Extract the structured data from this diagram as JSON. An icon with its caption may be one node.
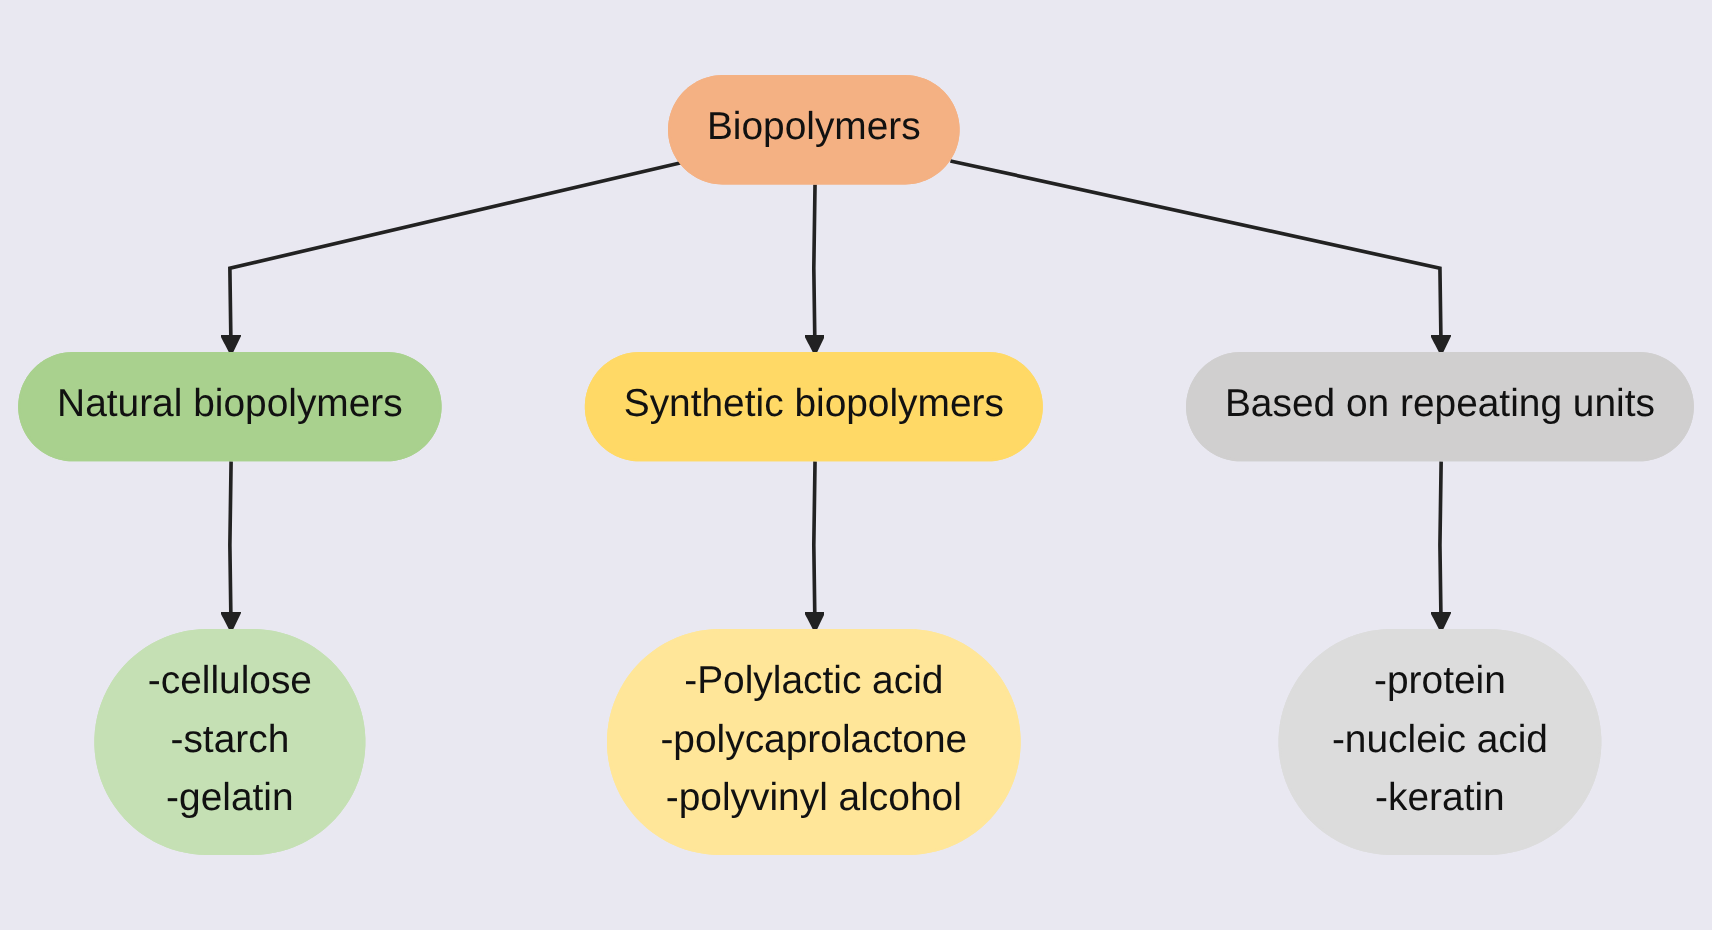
{
  "diagram": {
    "nodes": [
      {
        "text": [
          "Biopolymers"
        ]
      },
      {
        "text": [
          "Natural biopolymers"
        ]
      },
      {
        "text": [
          "Synthetic biopolymers"
        ]
      },
      {
        "text": [
          "Based on repeating units"
        ]
      },
      {
        "text": [
          "-cellulose",
          "-starch",
          "-gelatin"
        ]
      },
      {
        "text": [
          "-Polylactic acid",
          "-polycaprolactone",
          "-polyvinyl alcohol"
        ]
      },
      {
        "text": [
          "-protein",
          "-nucleic acid",
          "-keratin"
        ]
      }
    ],
    "edges": [
      {
        "from": 0,
        "to": 1,
        "arrow": "to"
      },
      {
        "from": 0,
        "to": 2,
        "arrow": "to"
      },
      {
        "from": 0,
        "to": 3,
        "arrow": "to"
      },
      {
        "from": 1,
        "to": 4,
        "arrow": "to"
      },
      {
        "from": 2,
        "to": 5,
        "arrow": "to"
      },
      {
        "from": 3,
        "to": 6,
        "arrow": "to"
      }
    ]
  }
}
